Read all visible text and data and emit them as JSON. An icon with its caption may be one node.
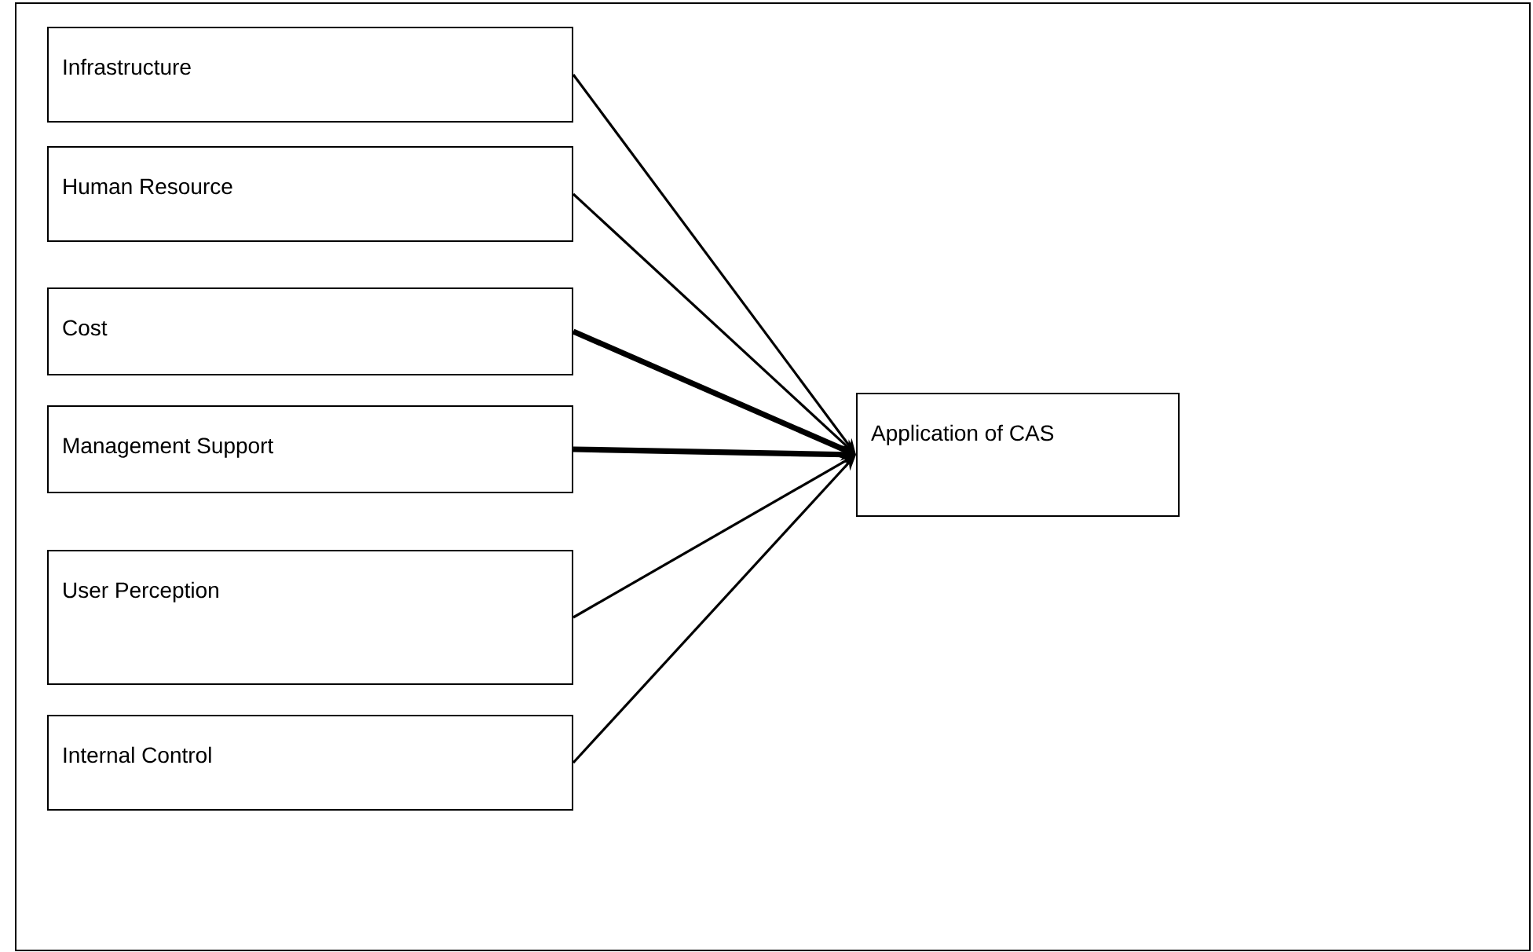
{
  "diagram": {
    "nodes": [
      {
        "text": [
          "Infrastructure"
        ]
      },
      {
        "text": [
          "Human Resource"
        ]
      },
      {
        "text": [
          "Cost"
        ]
      },
      {
        "text": [
          "Management Support"
        ]
      },
      {
        "text": [
          "User Perception"
        ]
      },
      {
        "text": [
          "Internal Control"
        ]
      },
      {
        "text": [
          "Application of CAS"
        ]
      }
    ],
    "edges": [
      {
        "from": 0,
        "to": 6,
        "arrow": "to"
      },
      {
        "from": 1,
        "to": 6,
        "arrow": "to"
      },
      {
        "from": 2,
        "to": 6,
        "arrow": "to",
        "style": "thick"
      },
      {
        "from": 3,
        "to": 6,
        "arrow": "to",
        "style": "thick"
      },
      {
        "from": 4,
        "to": 6,
        "arrow": "to"
      },
      {
        "from": 5,
        "to": 6,
        "arrow": "to"
      }
    ]
  }
}
